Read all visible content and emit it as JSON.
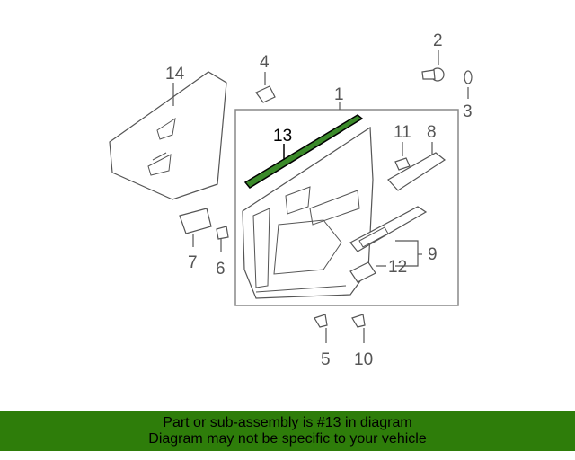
{
  "callouts": {
    "c1": "1",
    "c2": "2",
    "c3": "3",
    "c4": "4",
    "c5": "5",
    "c6": "6",
    "c7": "7",
    "c8": "8",
    "c9": "9",
    "c10": "10",
    "c11": "11",
    "c12": "12",
    "c13": "13",
    "c14": "14"
  },
  "highlight_color": "#2e7d0a",
  "highlighted_part": "13",
  "footer": {
    "line1": "Part or sub-assembly is #13 in diagram",
    "line2": "Diagram may not be specific to your vehicle"
  }
}
